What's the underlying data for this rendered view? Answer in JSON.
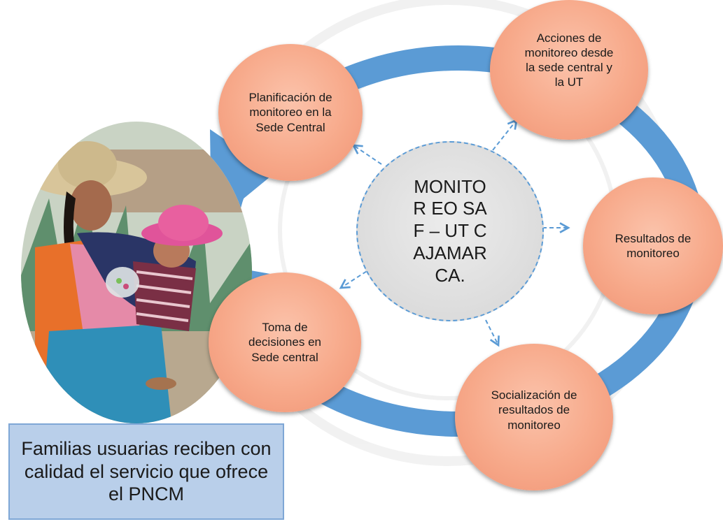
{
  "center": {
    "label": "MONITOR EO SAF – UT CAJAMAR CA."
  },
  "nodes": {
    "planificacion": "Planificación de monitoreo en la Sede Central",
    "acciones": "Acciones de monitoreo desde la sede central y la UT",
    "resultados": "Resultados de monitoreo",
    "socializacion": "Socialización de resultados de monitoreo",
    "toma": "Toma de decisiones en Sede central"
  },
  "caption": {
    "text": "Familias usuarias reciben con calidad el servicio que ofrece el PNCM"
  },
  "colors": {
    "ring": "#5b9bd5",
    "node_fill": "#f7a98a",
    "center_fill": "#dcdcdc",
    "caption_fill": "#b9cfea",
    "caption_border": "#7fa7d6"
  },
  "icons": {
    "photo": "photo-mother-and-child-icon"
  }
}
